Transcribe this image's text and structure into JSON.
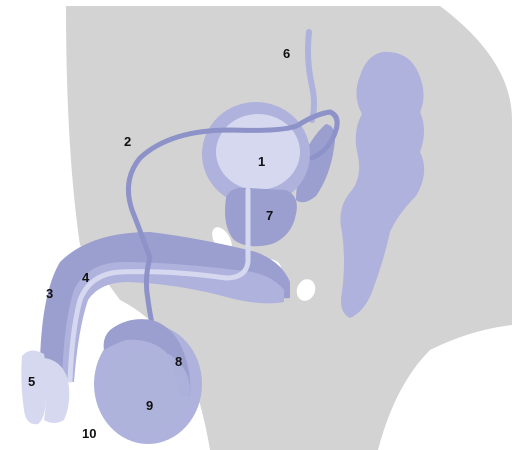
{
  "colors": {
    "background": "#ffffff",
    "body_fill": "#d3d3d3",
    "organ_dark": "#9b9fcf",
    "organ_mid": "#aeb2dc",
    "organ_light": "#d6d8f0",
    "duct": "#8d92c8"
  },
  "labels": {
    "l1": "1",
    "l2": "2",
    "l3": "3",
    "l4": "4",
    "l5": "5",
    "l6": "6",
    "l7": "7",
    "l8": "8",
    "l9": "9",
    "l10": "10"
  }
}
